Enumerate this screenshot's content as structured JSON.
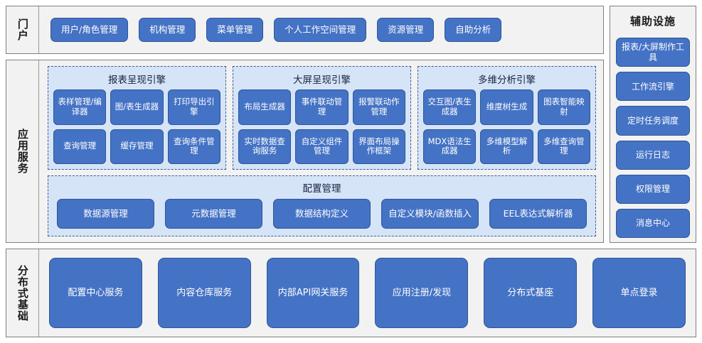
{
  "portal": {
    "label": "门户",
    "items": [
      {
        "label": "用户/角色管理"
      },
      {
        "label": "机构管理"
      },
      {
        "label": "菜单管理"
      },
      {
        "label": "个人工作空间管理"
      },
      {
        "label": "资源管理"
      },
      {
        "label": "自助分析"
      }
    ]
  },
  "aux": {
    "title": "辅助设施",
    "items": [
      {
        "label": "报表/大屏制作工具"
      },
      {
        "label": "工作流引擎"
      },
      {
        "label": "定时任务调度"
      },
      {
        "label": "运行日志"
      },
      {
        "label": "权限管理"
      },
      {
        "label": "消息中心"
      }
    ]
  },
  "app_services": {
    "label": "应用服务",
    "engines": [
      {
        "title": "报表呈现引擎",
        "items": [
          {
            "label": "表样管理/编译器"
          },
          {
            "label": "图/表生成器"
          },
          {
            "label": "打印导出引擎"
          },
          {
            "label": "查询管理"
          },
          {
            "label": "缓存管理"
          },
          {
            "label": "查询条件管理"
          }
        ]
      },
      {
        "title": "大屏呈现引擎",
        "items": [
          {
            "label": "布局生成器"
          },
          {
            "label": "事件联动管理"
          },
          {
            "label": "报警联动作管理"
          },
          {
            "label": "实时数据查询服务"
          },
          {
            "label": "自定义组件管理"
          },
          {
            "label": "界面布局操作框架"
          }
        ]
      },
      {
        "title": "多维分析引擎",
        "items": [
          {
            "label": "交互图/表生成器"
          },
          {
            "label": "维度树生成"
          },
          {
            "label": "图表智能映射"
          },
          {
            "label": "MDX语法生成器"
          },
          {
            "label": "多维模型解析"
          },
          {
            "label": "多维查询管理"
          }
        ]
      }
    ],
    "config": {
      "title": "配置管理",
      "items": [
        {
          "label": "数据源管理"
        },
        {
          "label": "元数据管理"
        },
        {
          "label": "数据结构定义"
        },
        {
          "label": "自定义模块/函数插入"
        },
        {
          "label": "EEL表达式解析器"
        }
      ]
    }
  },
  "distributed": {
    "label": "分布式基础",
    "items": [
      {
        "label": "配置中心服务"
      },
      {
        "label": "内容仓库服务"
      },
      {
        "label": "内部API网关服务"
      },
      {
        "label": "应用注册/发现"
      },
      {
        "label": "分布式基座"
      },
      {
        "label": "单点登录"
      }
    ]
  },
  "colors": {
    "pill_fill": "#4472C4",
    "pill_border": "#2F5597",
    "panel_fill": "#D6E4F7",
    "panel_border": "#3C5C9A",
    "section_fill": "#F2F2F2",
    "section_border": "#808080"
  }
}
